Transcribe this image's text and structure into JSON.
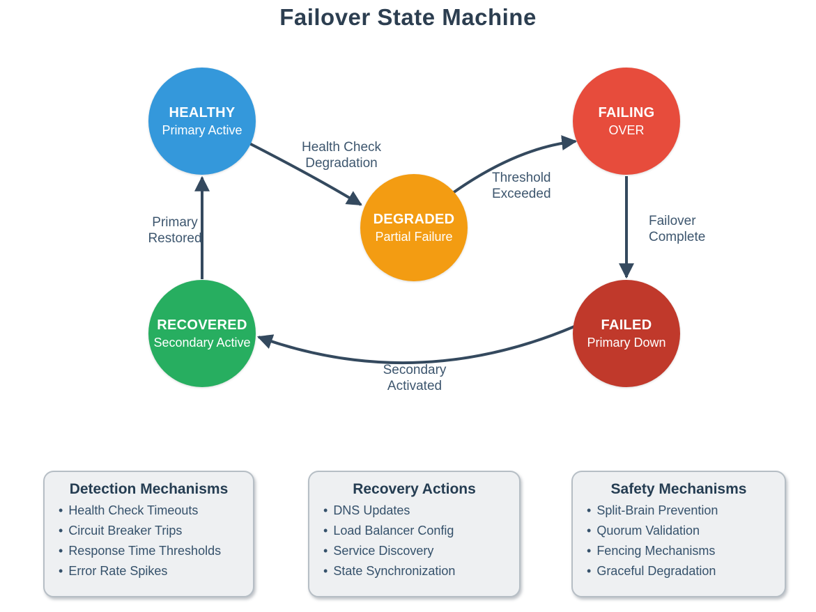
{
  "title": "Failover State Machine",
  "colors": {
    "edge": "#34495e",
    "title_text": "#2c3e50",
    "healthy": "#3498db",
    "failing_over": "#e74c3c",
    "degraded": "#f39c12",
    "recovered": "#27ae60",
    "failed": "#c0392b"
  },
  "states": [
    {
      "name": "HEALTHY",
      "subtitle": "Primary Active",
      "color": "#3498db"
    },
    {
      "name": "FAILING",
      "subtitle": "OVER",
      "color": "#e74c3c"
    },
    {
      "name": "DEGRADED",
      "subtitle": "Partial Failure",
      "color": "#f39c12"
    },
    {
      "name": "RECOVERED",
      "subtitle": "Secondary Active",
      "color": "#27ae60"
    },
    {
      "name": "FAILED",
      "subtitle": "Primary Down",
      "color": "#c0392b"
    }
  ],
  "transitions": [
    {
      "from": "HEALTHY",
      "to": "DEGRADED",
      "lines": [
        "Health Check",
        "Degradation"
      ]
    },
    {
      "from": "DEGRADED",
      "to": "FAILING OVER",
      "lines": [
        "Threshold",
        "Exceeded"
      ]
    },
    {
      "from": "FAILING OVER",
      "to": "FAILED",
      "lines": [
        "Failover",
        "Complete"
      ]
    },
    {
      "from": "FAILED",
      "to": "RECOVERED",
      "lines": [
        "Secondary",
        "Activated"
      ]
    },
    {
      "from": "RECOVERED",
      "to": "HEALTHY",
      "lines": [
        "Primary",
        "Restored"
      ]
    }
  ],
  "panels": [
    {
      "title": "Detection Mechanisms",
      "items": [
        "Health Check Timeouts",
        "Circuit Breaker Trips",
        "Response Time Thresholds",
        "Error Rate Spikes"
      ]
    },
    {
      "title": "Recovery Actions",
      "items": [
        "DNS Updates",
        "Load Balancer Config",
        "Service Discovery",
        "State Synchronization"
      ]
    },
    {
      "title": "Safety Mechanisms",
      "items": [
        "Split-Brain Prevention",
        "Quorum Validation",
        "Fencing Mechanisms",
        "Graceful Degradation"
      ]
    }
  ]
}
